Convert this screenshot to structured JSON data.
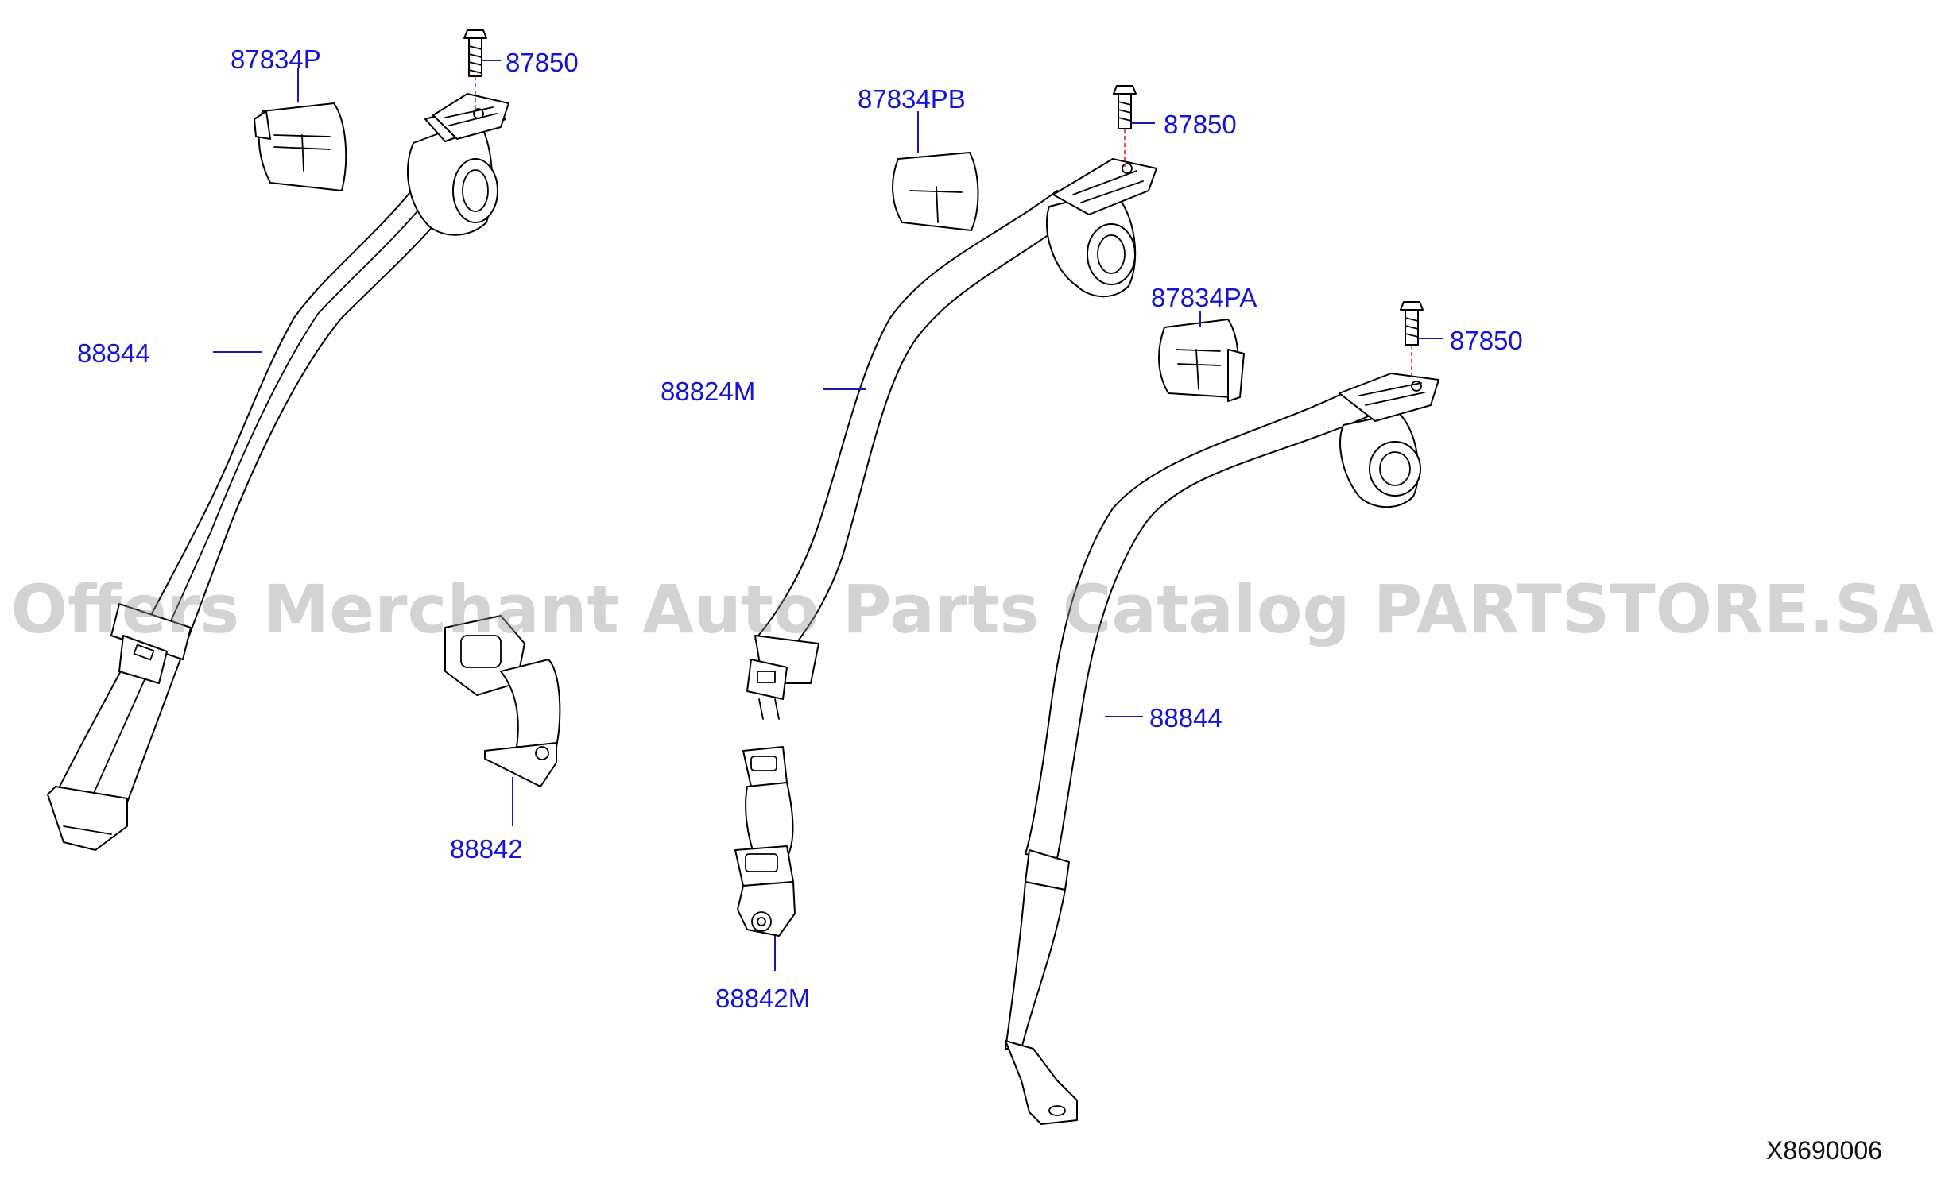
{
  "diagram_code": "X8690006",
  "watermark": "Offers Merchant Auto Parts Catalog PARTSTORE.SA",
  "colors": {
    "label": "#1414d2",
    "leader": "#1a1aa8",
    "bolt_line": "#e02020",
    "outline": "#000000"
  },
  "labels": [
    {
      "id": "p1",
      "text": "87834P"
    },
    {
      "id": "p2",
      "text": "87850"
    },
    {
      "id": "p3",
      "text": "88844"
    },
    {
      "id": "p4",
      "text": "88842"
    },
    {
      "id": "p5",
      "text": "87834PB"
    },
    {
      "id": "p6",
      "text": "87850"
    },
    {
      "id": "p7",
      "text": "88824M"
    },
    {
      "id": "p8",
      "text": "88842M"
    },
    {
      "id": "p9",
      "text": "87834PA"
    },
    {
      "id": "p10",
      "text": "87850"
    },
    {
      "id": "p11",
      "text": "88844"
    }
  ]
}
